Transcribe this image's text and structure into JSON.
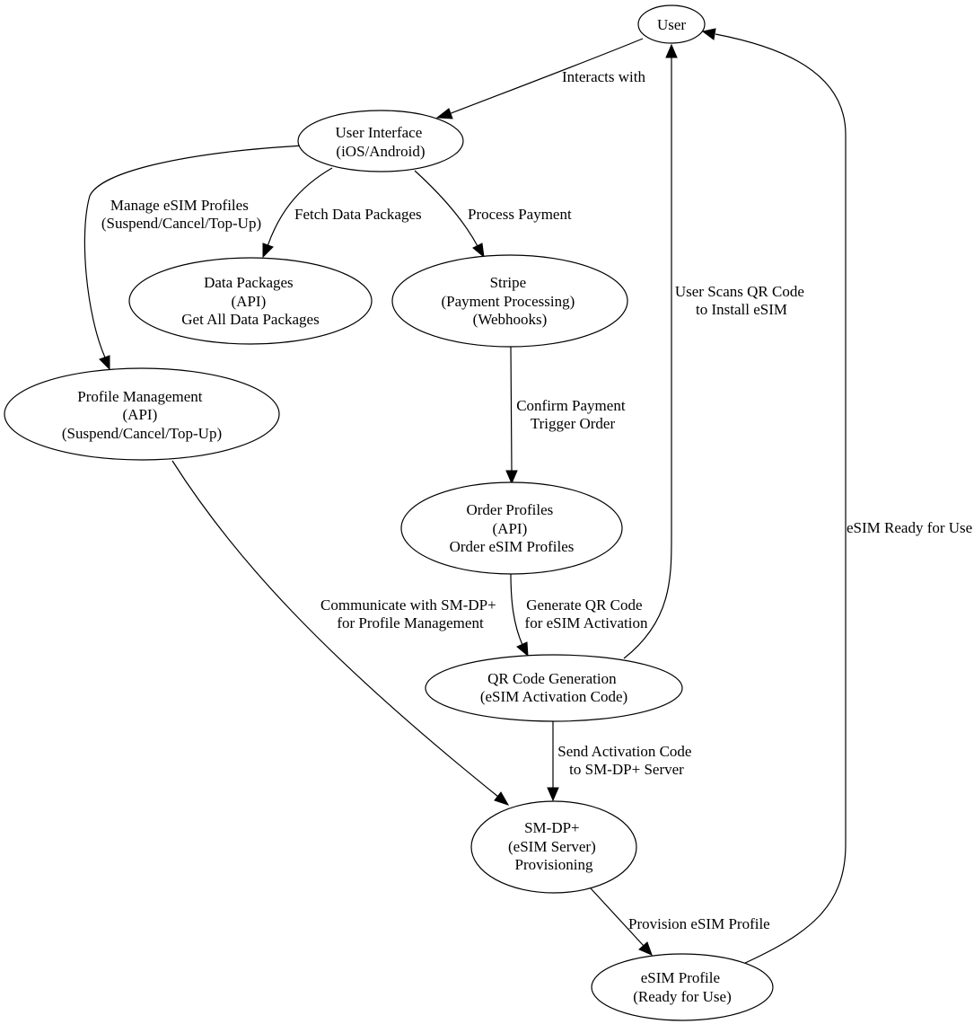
{
  "diagram": {
    "nodes": {
      "user": {
        "lines": [
          "User"
        ]
      },
      "ui": {
        "lines": [
          "User Interface",
          "(iOS/Android)"
        ]
      },
      "data_packages": {
        "lines": [
          "Data Packages",
          "(API)",
          "Get All Data Packages"
        ]
      },
      "stripe": {
        "lines": [
          "Stripe",
          "(Payment Processing)",
          "(Webhooks)"
        ]
      },
      "profile_mgmt": {
        "lines": [
          "Profile Management",
          "(API)",
          "(Suspend/Cancel/Top-Up)"
        ]
      },
      "order_profiles": {
        "lines": [
          "Order Profiles",
          "(API)",
          "Order eSIM Profiles"
        ]
      },
      "qr_code": {
        "lines": [
          "QR Code Generation",
          "(eSIM Activation Code)"
        ]
      },
      "smdp": {
        "lines": [
          "SM-DP+",
          "(eSIM Server)",
          "Provisioning"
        ]
      },
      "esim_profile": {
        "lines": [
          "eSIM Profile",
          "(Ready for Use)"
        ]
      }
    },
    "edges": {
      "user_to_ui": {
        "lines": [
          "Interacts with"
        ]
      },
      "ui_to_profile_mgmt": {
        "lines": [
          "Manage eSIM Profiles",
          "(Suspend/Cancel/Top-Up)"
        ]
      },
      "ui_to_data_packages": {
        "lines": [
          "Fetch Data Packages"
        ]
      },
      "ui_to_stripe": {
        "lines": [
          "Process Payment"
        ]
      },
      "stripe_to_order": {
        "lines": [
          "Confirm Payment",
          "Trigger Order"
        ]
      },
      "order_to_qr": {
        "lines": [
          "Generate QR Code",
          "for eSIM Activation"
        ]
      },
      "profile_mgmt_to_smdp": {
        "lines": [
          "Communicate with SM-DP+",
          "for Profile Management"
        ]
      },
      "qr_to_smdp": {
        "lines": [
          "Send Activation Code",
          "to SM-DP+ Server"
        ]
      },
      "qr_to_user": {
        "lines": [
          "User Scans QR Code",
          "to Install eSIM"
        ]
      },
      "smdp_to_esim": {
        "lines": [
          "Provision eSIM Profile"
        ]
      },
      "esim_to_user": {
        "lines": [
          "eSIM Ready for Use"
        ]
      }
    }
  }
}
